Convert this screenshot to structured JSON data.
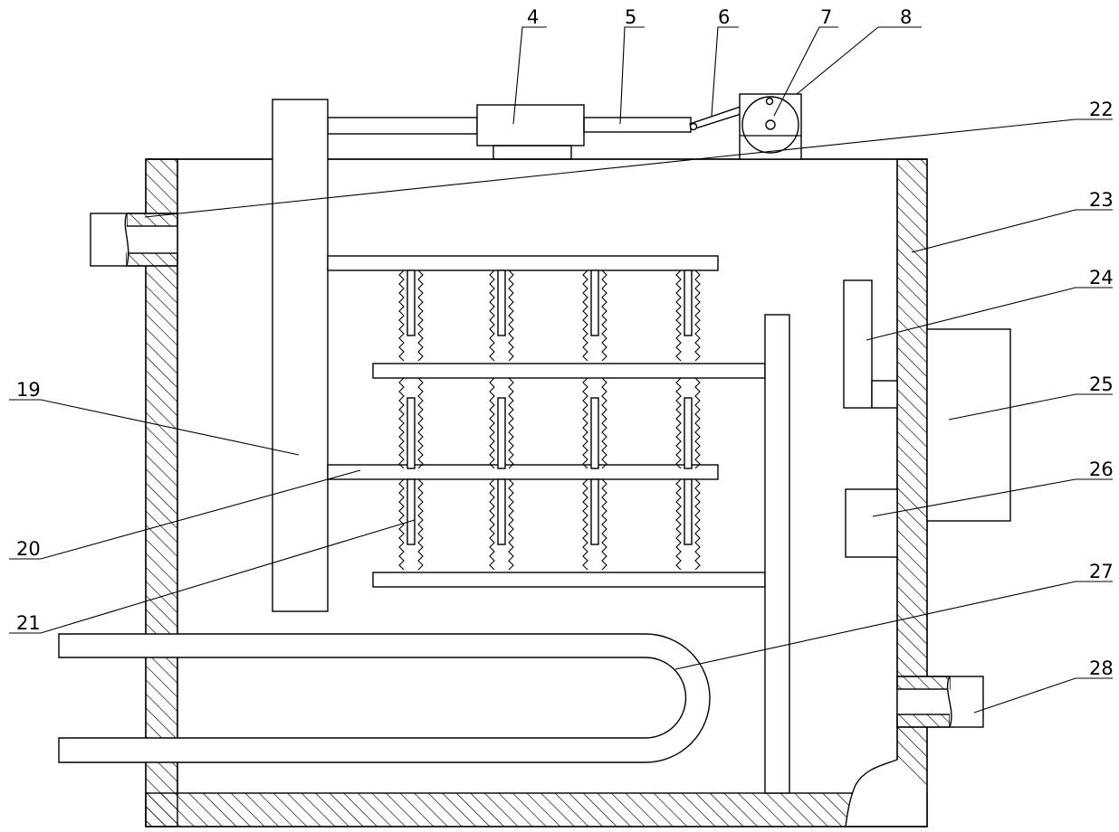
{
  "labels": {
    "l4": "4",
    "l5": "5",
    "l6": "6",
    "l7": "7",
    "l8": "8",
    "l19": "19",
    "l20": "20",
    "l21": "21",
    "l22": "22",
    "l23": "23",
    "l24": "24",
    "l25": "25",
    "l26": "26",
    "l27": "27",
    "l28": "28"
  },
  "colors": {
    "line": "#000000",
    "background": "#ffffff"
  }
}
